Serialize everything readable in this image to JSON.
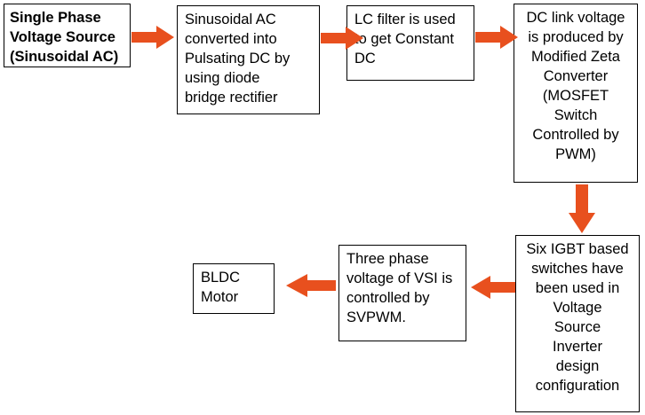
{
  "arrow_color": "#e8501e",
  "boxes": {
    "source": "Single Phase\nVoltage Source\n(Sinusoidal AC)",
    "rectifier": "Sinusoidal AC\nconverted into\nPulsating DC by\nusing diode\nbridge rectifier",
    "filter": "LC filter is used\nto get Constant\nDC",
    "zeta": "DC link voltage\nis produced by\nModified Zeta\nConverter\n(MOSFET\nSwitch\nControlled by\nPWM)",
    "inverter": "Six IGBT based\nswitches have\nbeen used in\nVoltage\nSource\nInverter\ndesign\nconfiguration",
    "svpwm": "Three phase\nvoltage of VSI is\ncontrolled by\nSVPWM.",
    "motor": "BLDC\nMotor"
  }
}
